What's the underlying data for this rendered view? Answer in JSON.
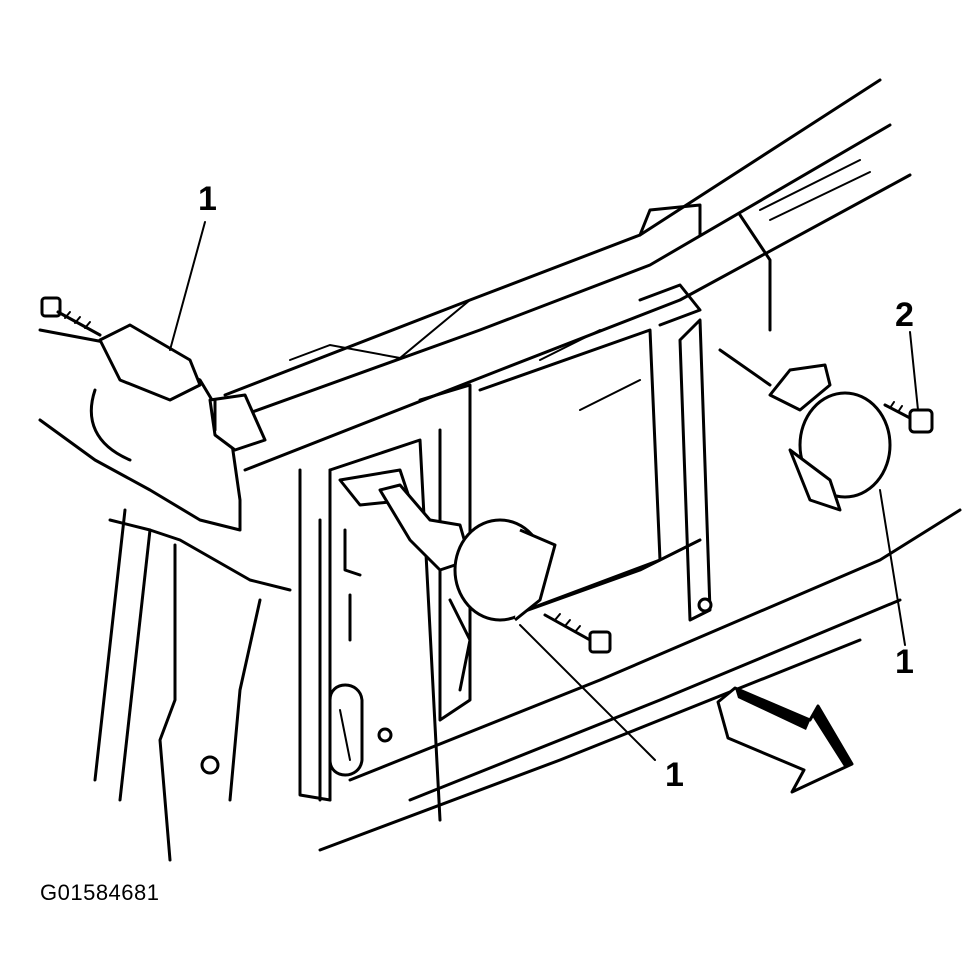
{
  "callouts": {
    "horn_left": "1",
    "horn_center": "1",
    "horn_right": "1",
    "bolt": "2"
  },
  "figure_id": "G01584681",
  "colors": {
    "line": "#000000",
    "background": "#ffffff"
  }
}
